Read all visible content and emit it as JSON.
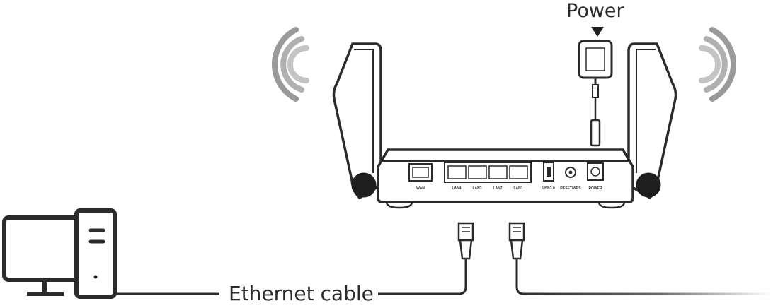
{
  "labels": {
    "power": "Power",
    "ethernet_cable": "Ethernet cable"
  },
  "ports": {
    "wan": "WAN",
    "lan4": "LAN4",
    "lan3": "LAN3",
    "lan2": "LAN2",
    "lan1": "LAN1",
    "usb": "USB3.0",
    "reset": "RESET/WPS",
    "power": "POWER"
  },
  "colors": {
    "outline": "#2b2b2b",
    "signal": "#9a9a9a",
    "cable": "#2b2b2b"
  }
}
